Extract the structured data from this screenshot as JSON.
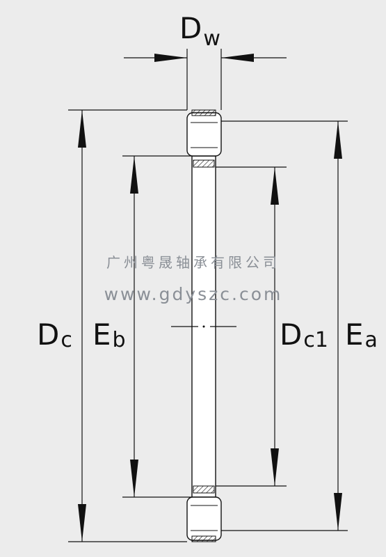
{
  "diagram": {
    "labels": {
      "dw": {
        "main": "D",
        "sub": "w"
      },
      "dc": {
        "main": "D",
        "sub": "c"
      },
      "eb": {
        "main": "E",
        "sub": "b"
      },
      "dc1": {
        "main": "D",
        "sub": "c1"
      },
      "ea": {
        "main": "E",
        "sub": "a"
      }
    },
    "watermark": {
      "company": "广州粤晟轴承有限公司",
      "url": "www.gdyszc.com"
    },
    "colors": {
      "background": "#ececec",
      "line": "#111111",
      "watermark": "#8a8f96"
    }
  }
}
